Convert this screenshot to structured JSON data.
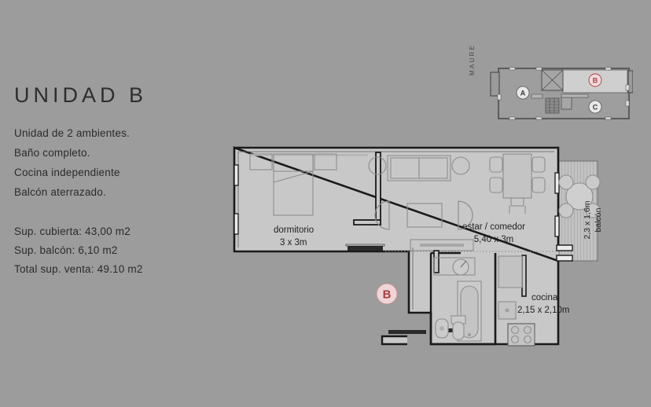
{
  "page": {
    "background_color": "#9c9c9c",
    "text_color": "#2b2b2b"
  },
  "info": {
    "title": "UNIDAD B",
    "features": [
      "Unidad de 2 ambientes.",
      "Baño completo.",
      "Cocina independiente",
      "Balcón aterrazado."
    ],
    "areas": [
      "Sup. cubierta: 43,00 m2",
      "Sup. balcón: 6,10 m2",
      "Total sup. venta: 49.10 m2"
    ]
  },
  "keymap": {
    "street_label": "MAURE",
    "markers": [
      {
        "label": "A",
        "active": false
      },
      {
        "label": "B",
        "active": true
      },
      {
        "label": "C",
        "active": false
      }
    ],
    "active_color": "#b03a3f",
    "inactive_color": "#3a3a3a"
  },
  "plan": {
    "unit_marker": "B",
    "unit_marker_color": "#b03a3f",
    "rooms": [
      {
        "name": "dormitorio",
        "dimensions": "3 x 3m"
      },
      {
        "name": "estar / comedor",
        "dimensions": "5,40 x 3m"
      },
      {
        "name": "cocina",
        "dimensions": "2,15 x 2,10m"
      },
      {
        "name": "balcón",
        "dimensions": "2,3 x 1,6m"
      }
    ],
    "colors": {
      "floor_fill": "#c8c8c8",
      "wall_stroke": "#1a1a1a",
      "furniture_stroke": "#8b8b8b",
      "balcony_fill": "#c0c0c0"
    }
  }
}
